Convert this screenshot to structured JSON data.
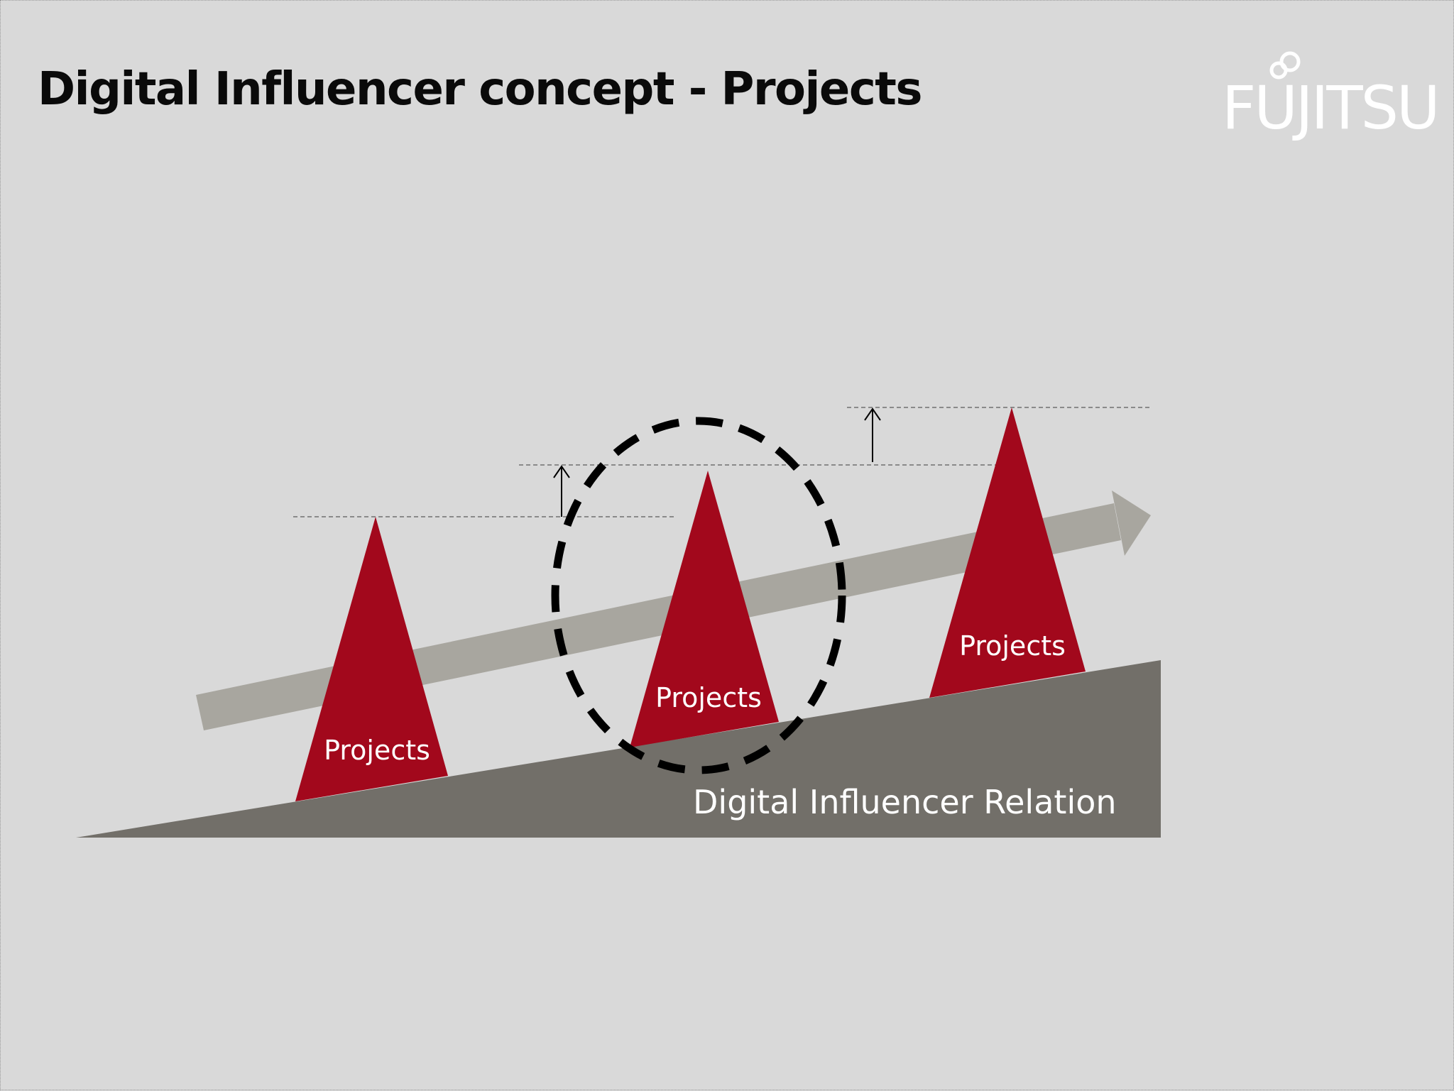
{
  "slide": {
    "title": "Digital Influencer concept - Projects",
    "brand": "FUJITSU"
  },
  "diagram": {
    "base_label": "Digital Influencer Relation",
    "projects": [
      {
        "label": "Projects",
        "highlighted": false
      },
      {
        "label": "Projects",
        "highlighted": true
      },
      {
        "label": "Projects",
        "highlighted": false
      }
    ]
  },
  "colors": {
    "background": "#d9d9d9",
    "title": "#0a0a0a",
    "project_red": "#a2081c",
    "ramp_gray": "#726f69",
    "trend_arrow_gray": "#a8a69f",
    "logo_white": "#ffffff",
    "dashed_highlight": "#000000"
  },
  "icons": {
    "logo": "fujitsu-infinity-logo",
    "trend": "arrow-right-trend",
    "step": "arrow-up"
  }
}
